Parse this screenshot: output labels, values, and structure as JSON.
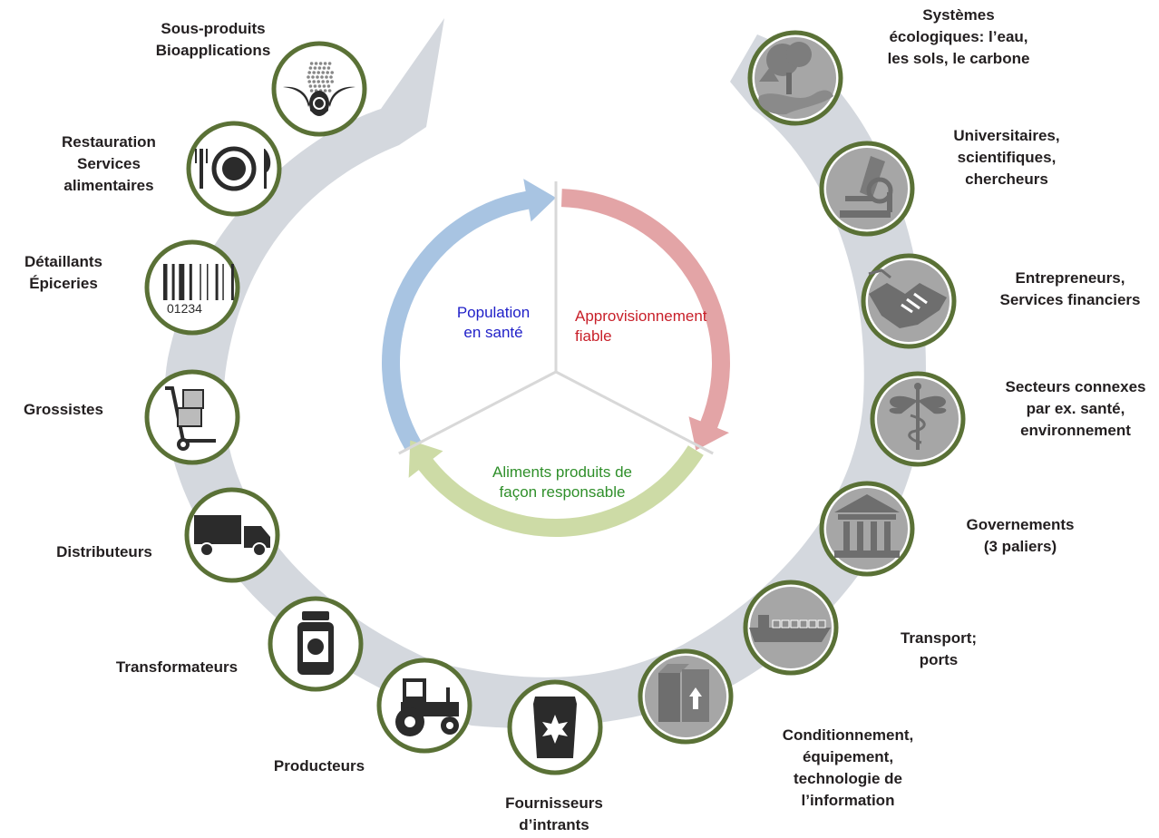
{
  "colors": {
    "band": "#d4d8de",
    "ring": "#5a7136",
    "icon_bg": "#a6a6a6",
    "icon_fg": "#2b2b2b",
    "text": "#231f20",
    "arrow_blue": "#a8c4e2",
    "arrow_red": "#e3a4a6",
    "arrow_green": "#cddba6",
    "label_blue": "#1f1fc8",
    "label_red": "#c8202a",
    "label_green": "#2f8f2a"
  },
  "center": {
    "population": {
      "lines": [
        "Population",
        "en santé"
      ]
    },
    "supply": {
      "lines": [
        "Approvisionnement",
        "fiable"
      ]
    },
    "food": {
      "lines": [
        "Aliments produits de",
        "façon responsable"
      ]
    }
  },
  "left_chain": [
    {
      "id": "byproducts",
      "icon": "corn-recycle-icon",
      "lines": [
        "Sous-produits",
        "Bioapplications"
      ]
    },
    {
      "id": "restaurants",
      "icon": "plate-cutlery-icon",
      "lines": [
        "Restauration",
        "Services",
        "alimentaires"
      ]
    },
    {
      "id": "retailers",
      "icon": "barcode-icon",
      "lines": [
        "Détaillants",
        "Épiceries"
      ],
      "barcode_text": "01234"
    },
    {
      "id": "wholesalers",
      "icon": "hand-truck-icon",
      "lines": [
        "Grossistes"
      ]
    },
    {
      "id": "distributors",
      "icon": "truck-icon",
      "lines": [
        "Distributeurs"
      ]
    },
    {
      "id": "processors",
      "icon": "jar-icon",
      "lines": [
        "Transformateurs"
      ]
    },
    {
      "id": "producers",
      "icon": "tractor-icon",
      "lines": [
        "Producteurs"
      ]
    },
    {
      "id": "input-suppliers",
      "icon": "seed-bag-icon",
      "lines": [
        "Fournisseurs",
        "d’intrants"
      ]
    }
  ],
  "right_chain": [
    {
      "id": "ecosystems",
      "icon": "tree-landscape-icon",
      "lines": [
        "Systèmes",
        "écologiques: l’eau,",
        "les sols, le carbone"
      ]
    },
    {
      "id": "academics",
      "icon": "microscope-icon",
      "lines": [
        "Universitaires,",
        "scientifiques,",
        "chercheurs"
      ]
    },
    {
      "id": "entrepreneurs",
      "icon": "handshake-icon",
      "lines": [
        "Entrepreneurs,",
        "Services financiers"
      ]
    },
    {
      "id": "related-sectors",
      "icon": "caduceus-icon",
      "lines": [
        "Secteurs connexes",
        "par ex. santé,",
        "environnement"
      ]
    },
    {
      "id": "governments",
      "icon": "government-building-icon",
      "lines": [
        "Governements",
        "(3 paliers)"
      ]
    },
    {
      "id": "transport",
      "icon": "cargo-ship-icon",
      "lines": [
        "Transport;",
        "ports"
      ]
    },
    {
      "id": "packaging",
      "icon": "packaging-icon",
      "lines": [
        "Conditionnement,",
        "équipement,",
        "technologie de",
        "l’information"
      ]
    }
  ]
}
